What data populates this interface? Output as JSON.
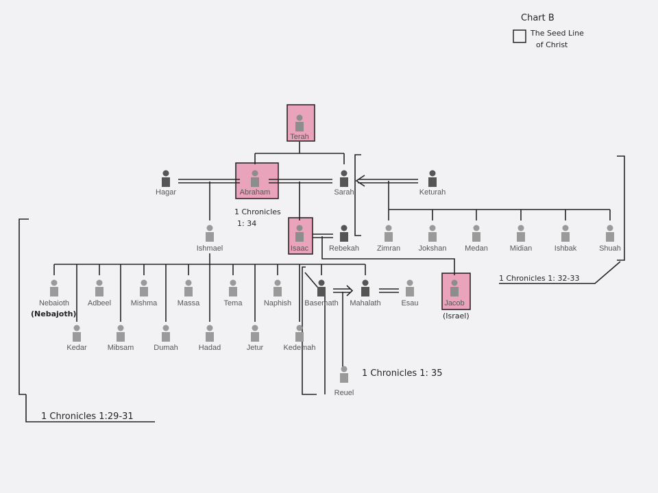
{
  "legend": {
    "title": "Chart B",
    "line1": "The Seed Line",
    "line2": "of Christ"
  },
  "colors": {
    "highlight": "#e9a3bb",
    "person_light": "#9a9a9a",
    "person_dark": "#555555"
  },
  "people": {
    "terah": "Terah",
    "abraham": "Abraham",
    "hagar": "Hagar",
    "sarah": "Sarah",
    "keturah": "Keturah",
    "ishmael": "Ishmael",
    "isaac": "Isaac",
    "rebekah": "Rebekah",
    "zimran": "Zimran",
    "jokshan": "Jokshan",
    "medan": "Medan",
    "midian": "Midian",
    "ishbak": "Ishbak",
    "shuah": "Shuah",
    "nebaioth": "Nebaioth",
    "adbeel": "Adbeel",
    "mishma": "Mishma",
    "massa": "Massa",
    "tema": "Tema",
    "naphish": "Naphish",
    "kedar": "Kedar",
    "mibsam": "Mibsam",
    "dumah": "Dumah",
    "hadad": "Hadad",
    "jetur": "Jetur",
    "kedemah": "Kedemah",
    "basemath": "Basemath",
    "mahalath": "Mahalath",
    "esau": "Esau",
    "jacob": "Jacob",
    "reuel": "Reuel"
  },
  "notes": {
    "nebajoth": "(Nebajoth)",
    "israel": "(Israel)",
    "ref_abraham_1": "1 Chronicles",
    "ref_abraham_2": "1: 34",
    "ref_keturah": "1 Chronicles 1: 32-33",
    "ref_reuel": "1 Chronicles 1: 35",
    "ref_ishmael": "1 Chronicles 1:29-31"
  }
}
